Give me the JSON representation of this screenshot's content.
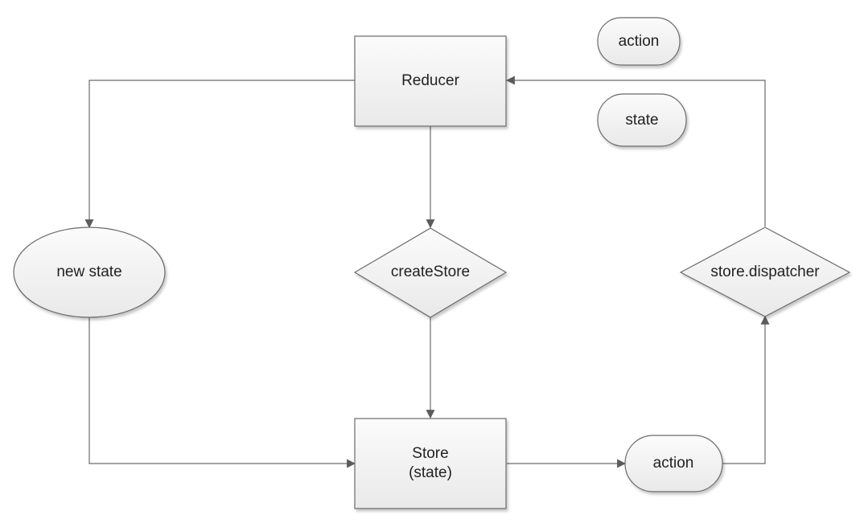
{
  "nodes": {
    "reducer": {
      "label": "Reducer"
    },
    "legend_action": {
      "label": "action"
    },
    "legend_state": {
      "label": "state"
    },
    "new_state": {
      "label": "new state"
    },
    "create_store": {
      "label": "createStore"
    },
    "store_dispatcher": {
      "label": "store.dispatcher"
    },
    "store": {
      "line1": "Store",
      "line2": "(state)"
    },
    "action": {
      "label": "action"
    }
  },
  "edges": [
    {
      "from": "Reducer",
      "to": "new state"
    },
    {
      "from": "Reducer",
      "to": "createStore"
    },
    {
      "from": "createStore",
      "to": "Store"
    },
    {
      "from": "new state",
      "to": "Store"
    },
    {
      "from": "Store",
      "to": "action"
    },
    {
      "from": "action",
      "to": "store.dispatcher"
    },
    {
      "from": "store.dispatcher",
      "to": "Reducer"
    }
  ]
}
